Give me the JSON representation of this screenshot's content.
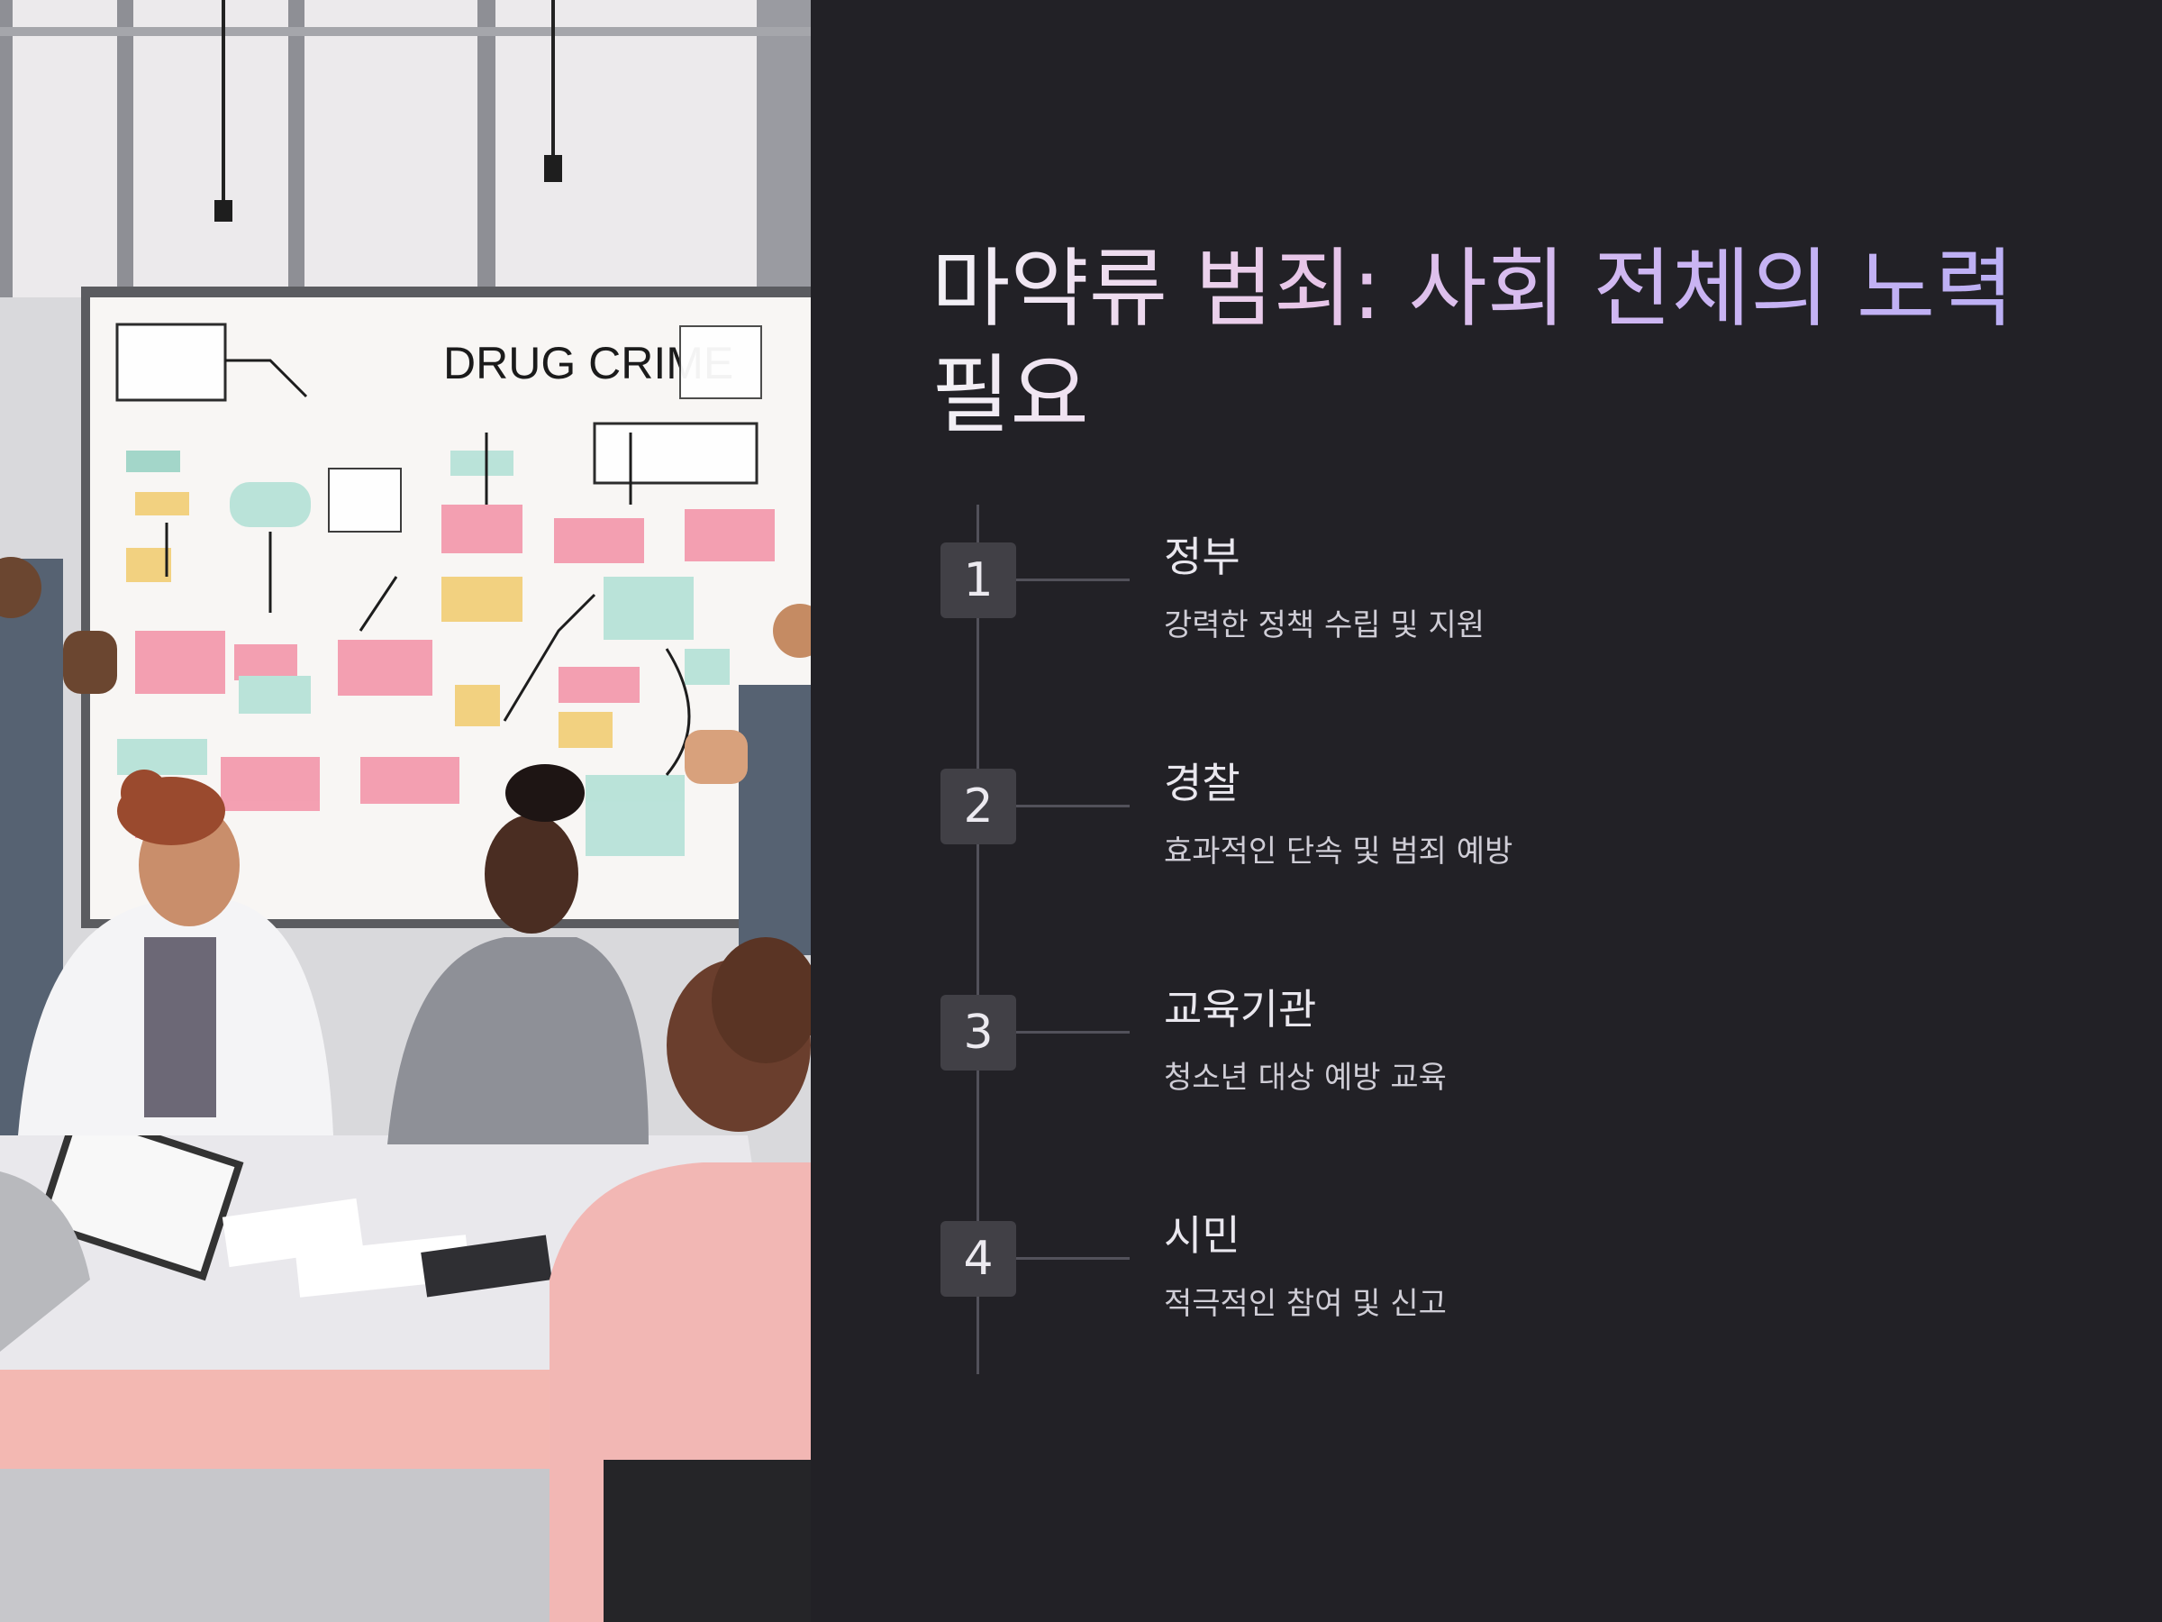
{
  "slide": {
    "title": "마약류 범죄: 사회 전체의 노력 필요"
  },
  "illustration": {
    "board_heading": "DRUG CRIME",
    "icon": "meeting-illustration"
  },
  "colors": {
    "background": "#222126",
    "title_gradient": [
      "#f3f2f6",
      "#e8c6e8",
      "#cab4f3",
      "#b8aef5"
    ],
    "badge": "#414046",
    "line": "#52515a"
  },
  "timeline": {
    "steps": [
      {
        "number": "1",
        "title": "정부",
        "description": "강력한 정책 수립 및 지원"
      },
      {
        "number": "2",
        "title": "경찰",
        "description": "효과적인 단속 및 범죄 예방"
      },
      {
        "number": "3",
        "title": "교육기관",
        "description": "청소년 대상 예방 교육"
      },
      {
        "number": "4",
        "title": "시민",
        "description": "적극적인 참여 및 신고"
      }
    ]
  }
}
